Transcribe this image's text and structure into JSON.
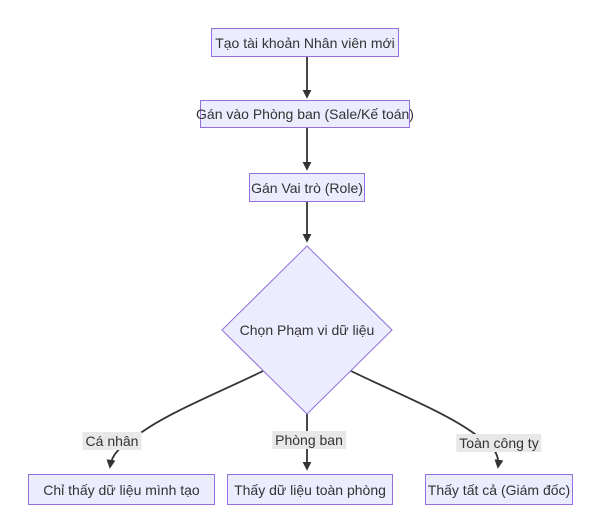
{
  "diagram": {
    "type": "flowchart",
    "direction": "top-down",
    "colors": {
      "node_fill": "#ECECFF",
      "node_border": "#9370DB",
      "edge_color": "#333333",
      "text_color": "#333333",
      "label_bg": "#e8e8e8",
      "background": "#ffffff"
    },
    "nodes": {
      "create_account": "Tạo tài khoản Nhân viên mới",
      "assign_department": "Gán vào Phòng ban (Sale/Kế toán)",
      "assign_role": "Gán Vai trò (Role)",
      "choose_scope": "Chọn Phạm vi dữ liệu",
      "personal_result": "Chỉ thấy dữ liệu mình tạo",
      "department_result": "Thấy dữ liệu toàn phòng",
      "company_result": "Thấy tất cả (Giám đốc)"
    },
    "edge_labels": {
      "personal": "Cá nhân",
      "department": "Phòng ban",
      "company": "Toàn công ty"
    },
    "edges": [
      {
        "from": "create_account",
        "to": "assign_department",
        "label": ""
      },
      {
        "from": "assign_department",
        "to": "assign_role",
        "label": ""
      },
      {
        "from": "assign_role",
        "to": "choose_scope",
        "label": ""
      },
      {
        "from": "choose_scope",
        "to": "personal_result",
        "label": "Cá nhân"
      },
      {
        "from": "choose_scope",
        "to": "department_result",
        "label": "Phòng ban"
      },
      {
        "from": "choose_scope",
        "to": "company_result",
        "label": "Toàn công ty"
      }
    ]
  }
}
